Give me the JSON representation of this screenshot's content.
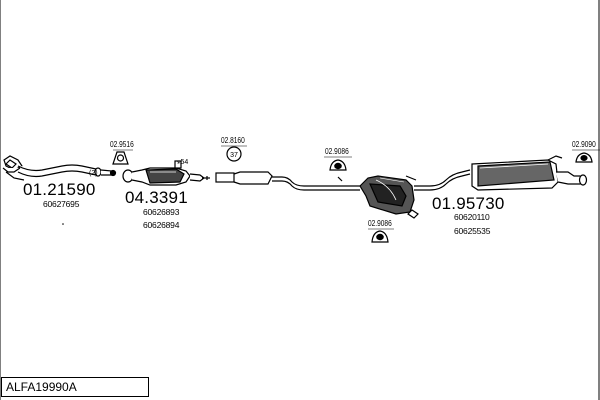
{
  "parts": {
    "front_pipe": {
      "code": "01.21590",
      "oem": [
        "60627695"
      ],
      "gasket": "(2)"
    },
    "catalyst": {
      "code": "04.3391",
      "oem": [
        "60626893",
        "60626894"
      ],
      "clamp_ref": "02.9516",
      "sensor_ref": "54"
    },
    "middle_pipe": {
      "hanger_ref": "02.8160",
      "hanger_badge": "37"
    },
    "middle_silencer": {
      "hanger_ref_top": "02.9086",
      "hanger_ref_bottom": "02.9086"
    },
    "rear_silencer": {
      "code": "01.95730",
      "oem": [
        "60620110",
        "60625535"
      ],
      "hanger_ref": "02.9090"
    }
  },
  "kit": {
    "code": "ALFA19990A"
  },
  "colors": {
    "line": "#000000",
    "background": "#ffffff",
    "shade": "#333333"
  }
}
